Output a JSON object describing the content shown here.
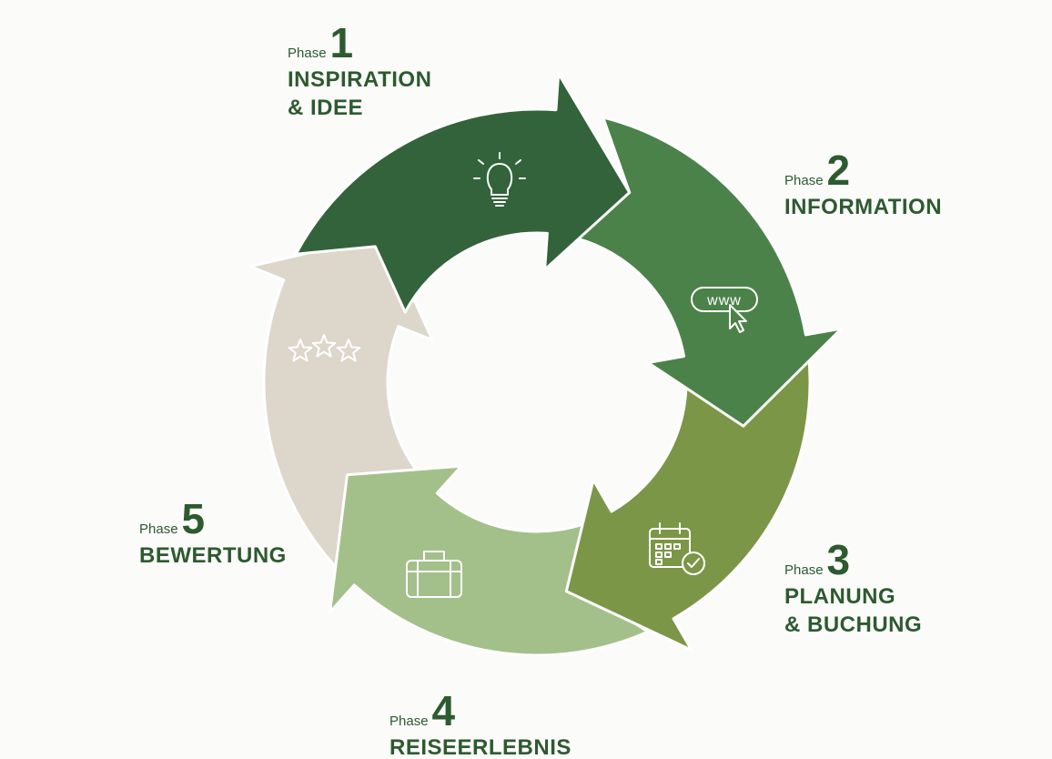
{
  "colors": {
    "background": "#fbfbfa",
    "text": "#2d5a2f",
    "icon_stroke": "#ffffff",
    "phase_1": "#33633a",
    "phase_2": "#4b8249",
    "phase_3": "#7c9648",
    "phase_4": "#a3c08a",
    "phase_5": "#dcd6cb"
  },
  "phases": [
    {
      "word": "Phase",
      "number": "1",
      "title_line_1": "INSPIRATION",
      "title_line_2": "& IDEE",
      "icon": "lightbulb-icon"
    },
    {
      "word": "Phase",
      "number": "2",
      "title_line_1": "INFORMATION",
      "title_line_2": "",
      "icon": "www-cursor-icon"
    },
    {
      "word": "Phase",
      "number": "3",
      "title_line_1": "PLANUNG",
      "title_line_2": "& BUCHUNG",
      "icon": "calendar-check-icon"
    },
    {
      "word": "Phase",
      "number": "4",
      "title_line_1": "REISEERLEBNIS",
      "title_line_2": "",
      "icon": "suitcase-icon"
    },
    {
      "word": "Phase",
      "number": "5",
      "title_line_1": "BEWERTUNG",
      "title_line_2": "",
      "icon": "stars-icon"
    }
  ],
  "icon_text": {
    "www": "www"
  }
}
